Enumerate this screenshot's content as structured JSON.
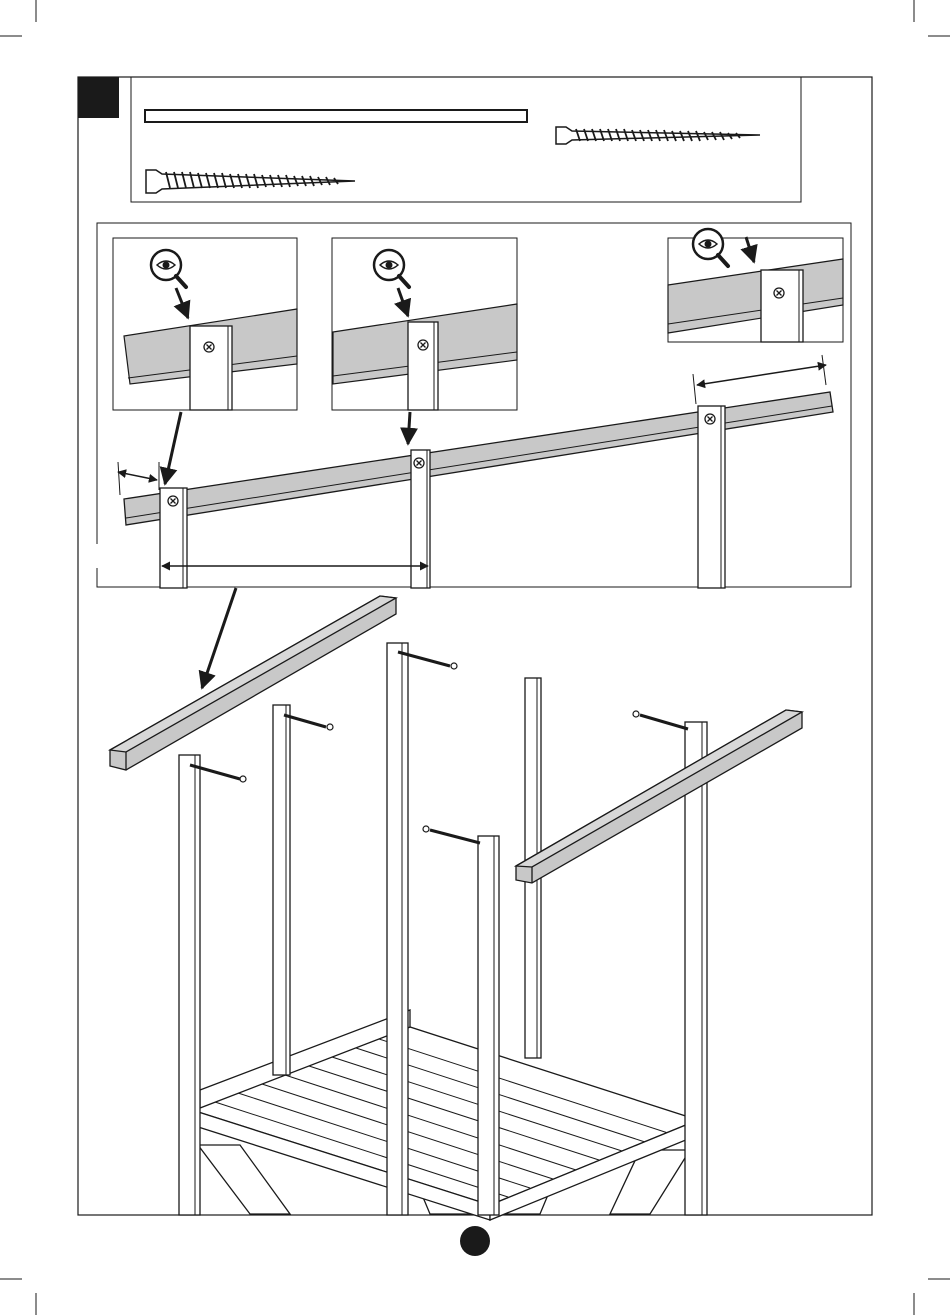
{
  "page": {
    "step_badge": "",
    "page_number": ""
  },
  "parts_box": {
    "items": [
      {
        "name": "wooden-beam",
        "count": ""
      },
      {
        "name": "long-screw",
        "count": ""
      },
      {
        "name": "short-screw",
        "count": ""
      }
    ]
  },
  "detail_views": [
    {
      "name": "detail-beam-flush-post-1",
      "icon": "magnifier-eye-icon"
    },
    {
      "name": "detail-beam-flush-post-2",
      "icon": "magnifier-eye-icon"
    },
    {
      "name": "detail-beam-flush-post-3",
      "icon": "magnifier-eye-icon"
    }
  ],
  "colors": {
    "line": "#1a1a1a",
    "beam_fill": "#c8c8c8",
    "post_fill": "#ffffff",
    "badge": "#1a1a1a"
  }
}
